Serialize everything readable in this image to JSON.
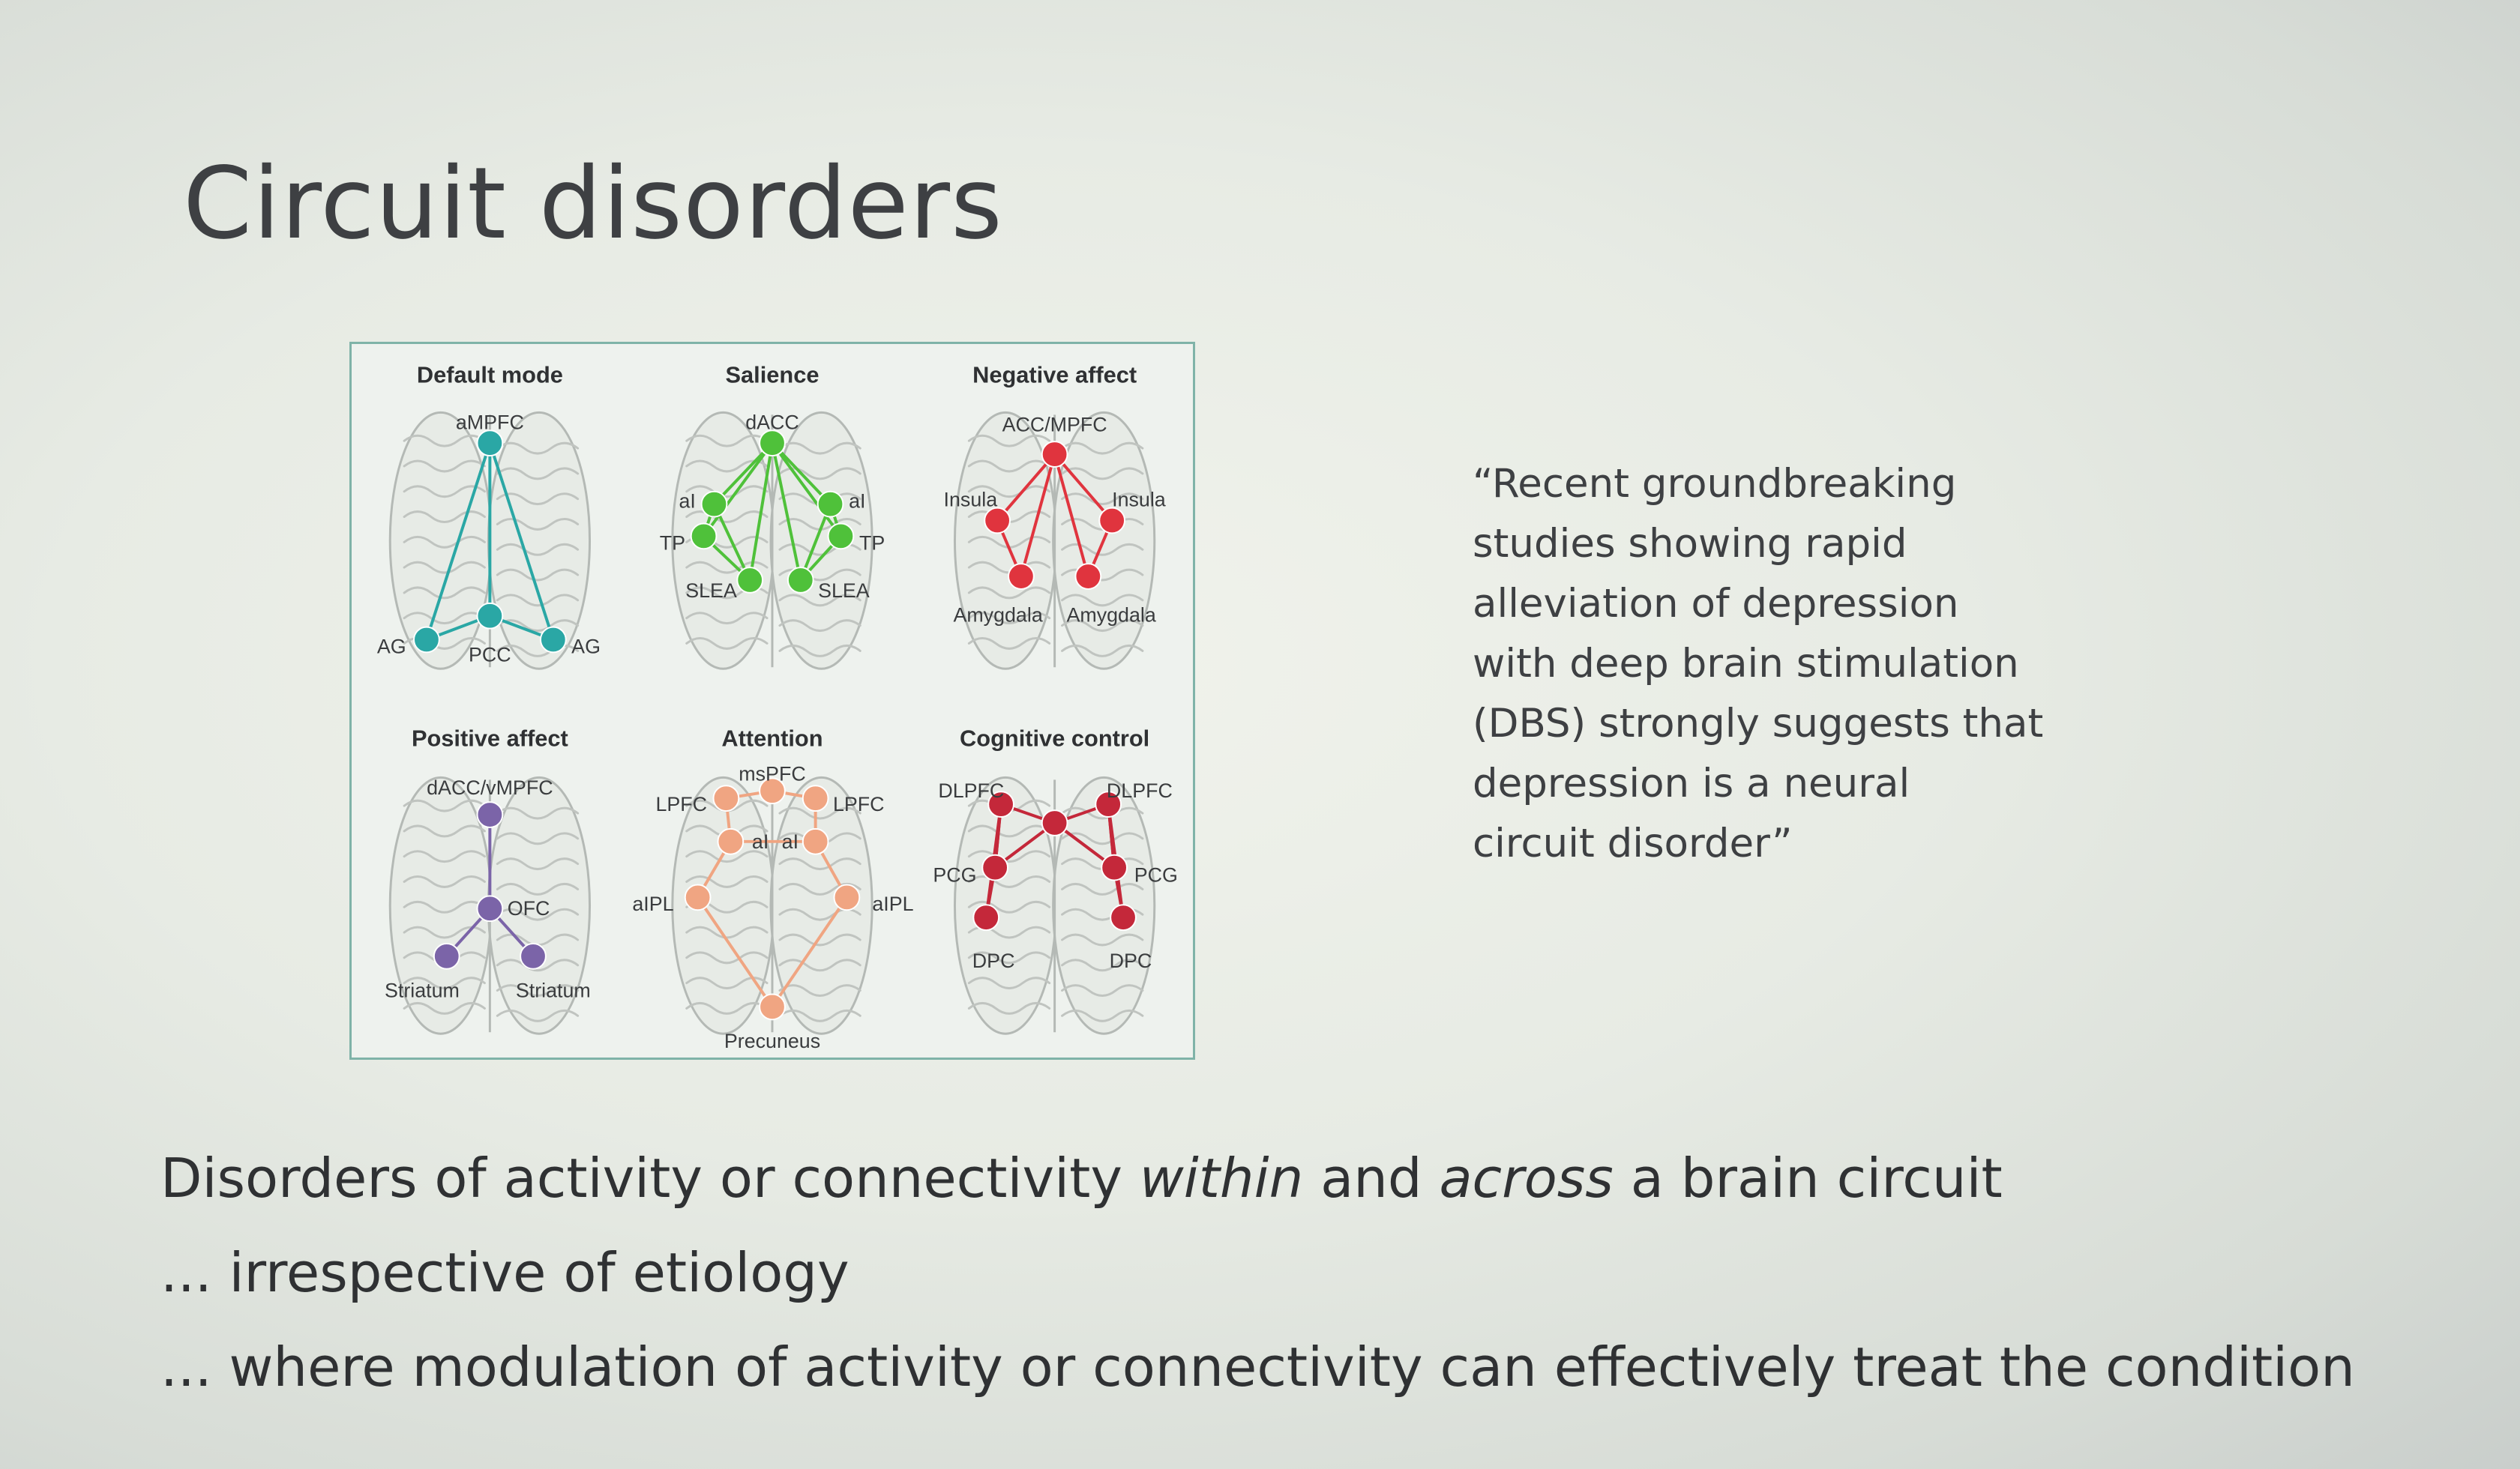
{
  "slide": {
    "title": "Circuit disorders",
    "quote_lines": [
      "“Recent groundbreaking",
      "studies showing rapid",
      "alleviation of depression",
      "with deep brain stimulation",
      "(DBS) strongly suggests that",
      "depression is a neural",
      "circuit disorder”"
    ],
    "line1": {
      "pre": "Disorders of activity or connectivity ",
      "em1": "within",
      "mid": " and ",
      "em2": "across",
      "post": " a brain circuit"
    },
    "line2": "... irrespective of etiology",
    "line3": "... where modulation of activity or connectivity can effectively treat the condition"
  },
  "networks": [
    {
      "title": "Default mode",
      "color": "#2aa7a5",
      "labels": [
        "aMPFC",
        "AG",
        "PCC",
        "AG"
      ]
    },
    {
      "title": "Salience",
      "color": "#4fc13a",
      "labels": [
        "dACC",
        "aI",
        "aI",
        "TP",
        "TP",
        "SLEA",
        "SLEA"
      ]
    },
    {
      "title": "Negative affect",
      "color": "#e0343e",
      "labels": [
        "ACC/MPFC",
        "Insula",
        "Insula",
        "Amygdala",
        "Amygdala"
      ]
    },
    {
      "title": "Positive affect",
      "color": "#7b64a8",
      "labels": [
        "dACC/vMPFC",
        "OFC",
        "Striatum",
        "Striatum"
      ]
    },
    {
      "title": "Attention",
      "color": "#f0a582",
      "labels": [
        "msPFC",
        "LPFC",
        "LPFC",
        "aI",
        "aI",
        "aIPL",
        "aIPL",
        "Precuneus"
      ]
    },
    {
      "title": "Cognitive control",
      "color": "#c4283a",
      "labels": [
        "DLPFC",
        "DLPFC",
        "PCG",
        "PCG",
        "DPC",
        "DPC"
      ]
    }
  ]
}
